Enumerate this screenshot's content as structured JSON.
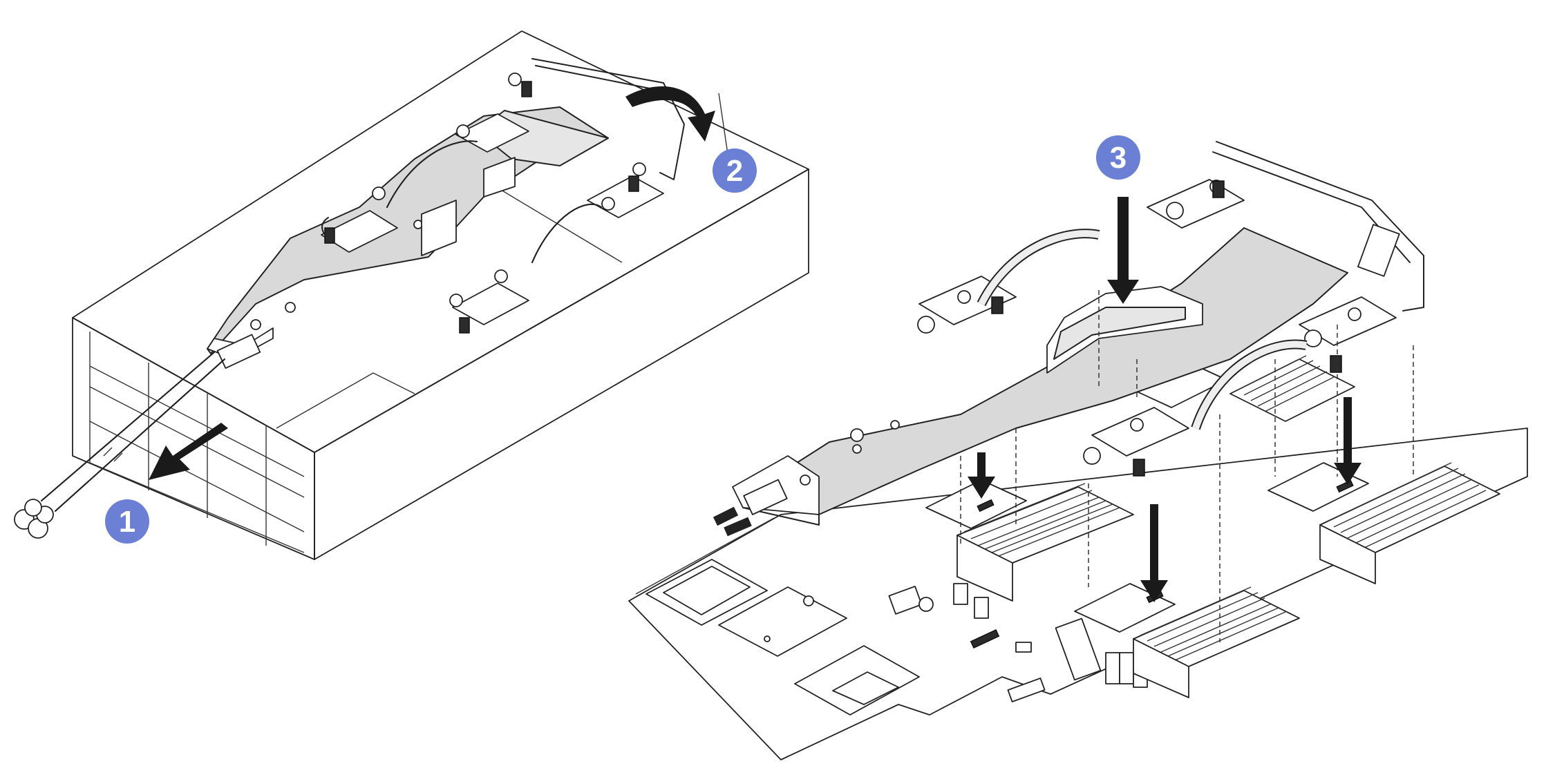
{
  "steps": [
    {
      "number": "1"
    },
    {
      "number": "2"
    },
    {
      "number": "3"
    }
  ],
  "colors": {
    "step_badge": "#6b7fd4",
    "line": "#222222",
    "plate": "#d9d9d9",
    "background": "#ffffff"
  },
  "icons": [
    "pull-arrow-icon",
    "rotate-arrow-icon",
    "down-arrow-icon"
  ]
}
